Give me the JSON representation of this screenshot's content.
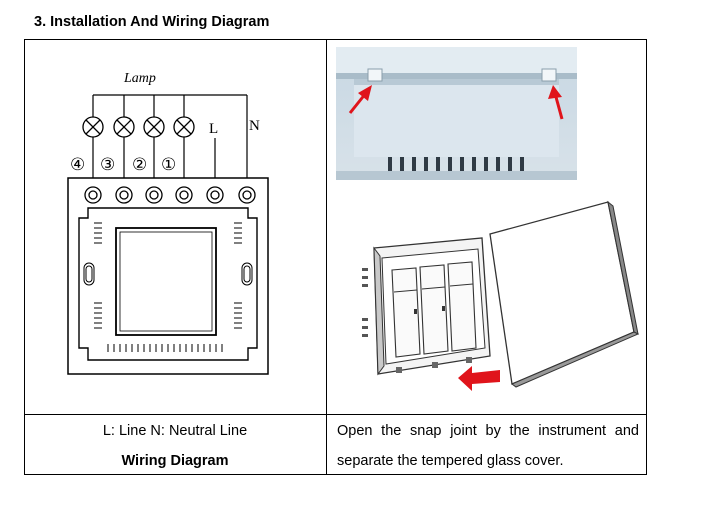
{
  "heading": "3. Installation And Wiring Diagram",
  "diagram": {
    "lamp_label": "Lamp",
    "line_label": "L",
    "neutral_label": "N",
    "numbers": [
      "④",
      "③",
      "②",
      "①"
    ]
  },
  "caption_left": {
    "line1": "L: Line     N: Neutral Line",
    "line2": "Wiring Diagram"
  },
  "caption_right": {
    "line1": "Open the snap joint by the instrument and",
    "line2": "separate the tempered glass cover."
  }
}
